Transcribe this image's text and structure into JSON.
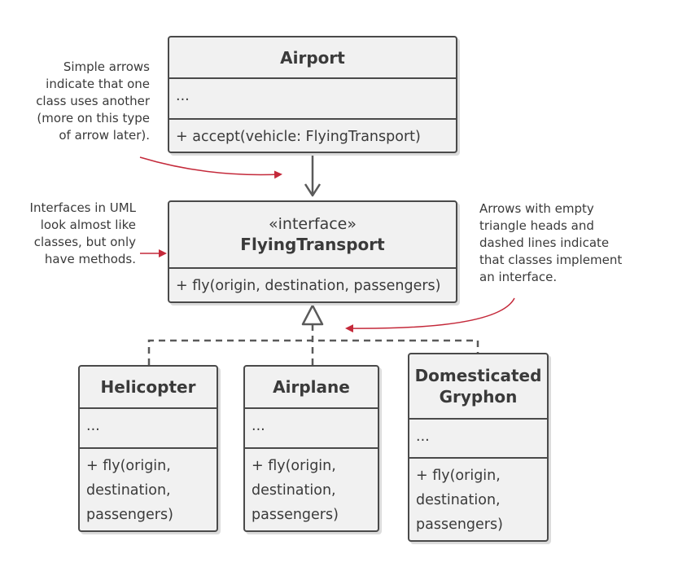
{
  "colors": {
    "line": "#4a4a4a",
    "box_fill": "#f1f1f1",
    "annotation_arrow": "#c4293a"
  },
  "classes": {
    "airport": {
      "name": "Airport",
      "fields": "...",
      "methods": "+ accept(vehicle: FlyingTransport)"
    },
    "flying_transport": {
      "stereotype": "«interface»",
      "name": "FlyingTransport",
      "methods": "+ fly(origin, destination, passengers)"
    },
    "helicopter": {
      "name": "Helicopter",
      "fields": "...",
      "methods": "+ fly(origin,\n  destination,\n  passengers)"
    },
    "airplane": {
      "name": "Airplane",
      "fields": "...",
      "methods": "+ fly(origin,\n  destination,\n  passengers)"
    },
    "gryphon": {
      "name": "Domesticated\nGryphon",
      "fields": "...",
      "methods": "+ fly(origin,\n  destination,\n  passengers)"
    }
  },
  "notes": {
    "simple_arrows": "Simple arrows\nindicate that one\nclass uses another\n(more on this type\nof arrow later).",
    "interfaces": "Interfaces in UML\nlook almost like\nclasses, but only\nhave methods.",
    "triangle_arrows": "Arrows with empty\ntriangle heads and\ndashed lines indicate\nthat classes implement\nan interface."
  }
}
